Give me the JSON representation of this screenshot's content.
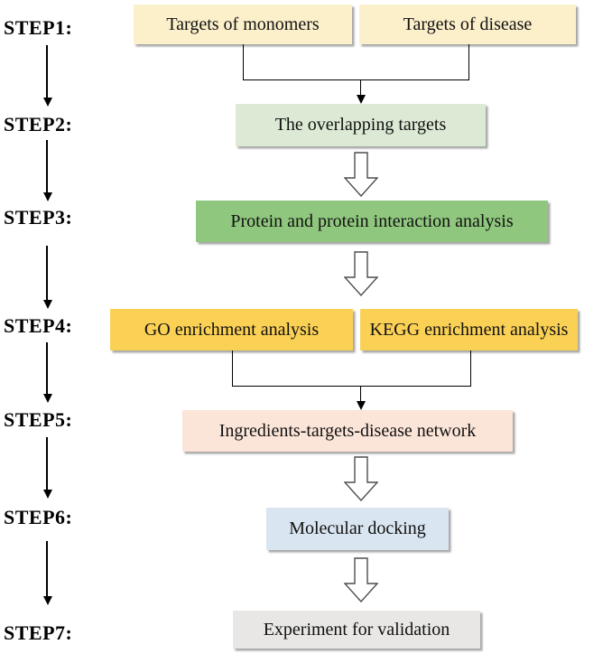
{
  "steps": [
    {
      "label": "STEP1:"
    },
    {
      "label": "STEP2:"
    },
    {
      "label": "STEP3:"
    },
    {
      "label": "STEP4:"
    },
    {
      "label": "STEP5:"
    },
    {
      "label": "STEP6:"
    },
    {
      "label": "STEP7:"
    }
  ],
  "boxes": {
    "targets_of_monomers": {
      "text": "Targets of monomers",
      "color": "#FCF0CB"
    },
    "targets_of_disease": {
      "text": "Targets of disease",
      "color": "#FCF0CB"
    },
    "overlapping_targets": {
      "text": "The overlapping targets",
      "color": "#DCEAD5"
    },
    "ppi_analysis": {
      "text": "Protein and protein interaction analysis",
      "color": "#90C77E"
    },
    "go_enrichment": {
      "text": "GO enrichment analysis",
      "color": "#FBD155"
    },
    "kegg_enrichment": {
      "text": "KEGG enrichment analysis",
      "color": "#FBD155"
    },
    "network": {
      "text": "Ingredients-targets-disease network",
      "color": "#FBE5D8"
    },
    "molecular_docking": {
      "text": "Molecular docking",
      "color": "#D9E5F1"
    },
    "experiment": {
      "text": "Experiment for validation",
      "color": "#E8E7E6"
    }
  },
  "colors": {
    "text": "#111111",
    "connector_line": "#000000",
    "block_arrow_outline": "#4d4d4d",
    "block_arrow_fill": "#ffffff"
  }
}
